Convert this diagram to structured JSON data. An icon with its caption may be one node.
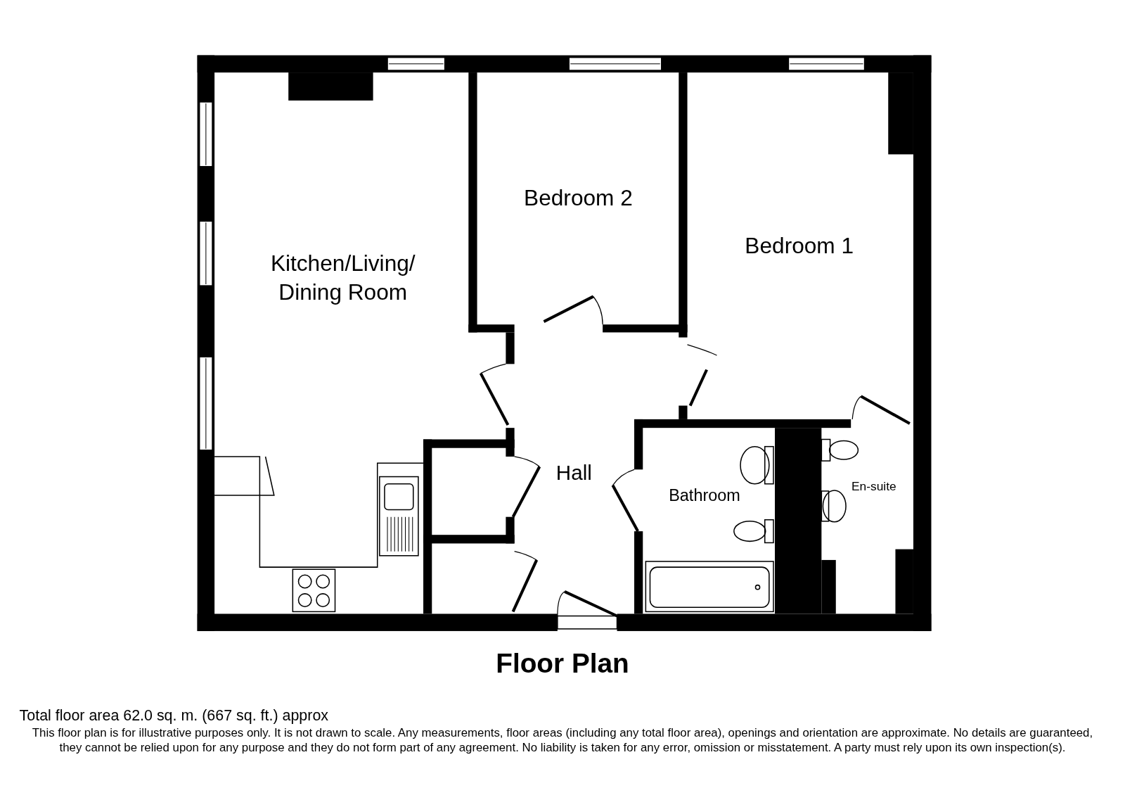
{
  "diagram": {
    "title": "Floor Plan",
    "nodes": [
      {
        "text": [
          "Kitchen/Living/ Dining Room"
        ]
      },
      {
        "text": [
          "Bedroom 2"
        ]
      },
      {
        "text": [
          "Bedroom 1"
        ]
      },
      {
        "text": [
          "Hall"
        ]
      },
      {
        "text": [
          "Bathroom"
        ]
      },
      {
        "text": [
          "En-suite"
        ]
      }
    ],
    "labels": [
      "Total floor area 62.0 sq. m. (667 sq. ft.) approx",
      "This floor plan is for illustrative purposes only. It is not drawn to scale. Any measurements, floor areas (including any total floor area), openings and orientation are approximate. No details are guaranteed, they cannot be relied upon for any purpose and they do not form part of any agreement. No liability is taken for any error, omission or misstatement. A party must rely upon its own inspection(s)."
    ]
  }
}
